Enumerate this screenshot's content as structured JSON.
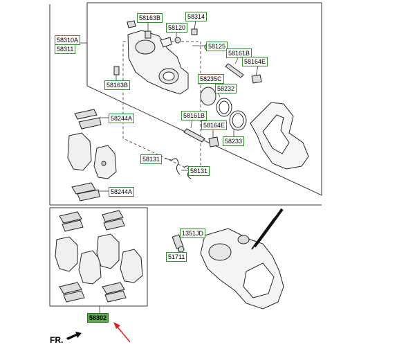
{
  "labels": {
    "p58163B_top": "58163B",
    "p58314": "58314",
    "p58310A": "58310A",
    "p58311": "58311",
    "p58120": "58120",
    "p58125": "58125",
    "p58161B_top": "58161B",
    "p58164E_top": "58164E",
    "p58163B_left": "58163B",
    "p58235C": "58235C",
    "p58232": "58232",
    "p58161B_mid": "58161B",
    "p58164E_mid": "58164E",
    "p58244A_top": "58244A",
    "p58233": "58233",
    "p58131_a": "58131",
    "p58131_b": "58131",
    "p58244A_bot": "58244A",
    "p1351JD": "1351JD",
    "p51711": "51711",
    "p58302": "58302"
  },
  "direction": {
    "text": "FR."
  },
  "colors": {
    "label_border": "#2f8f2f",
    "highlight_fill": "#5fa84e",
    "pointer": "#e02020"
  }
}
